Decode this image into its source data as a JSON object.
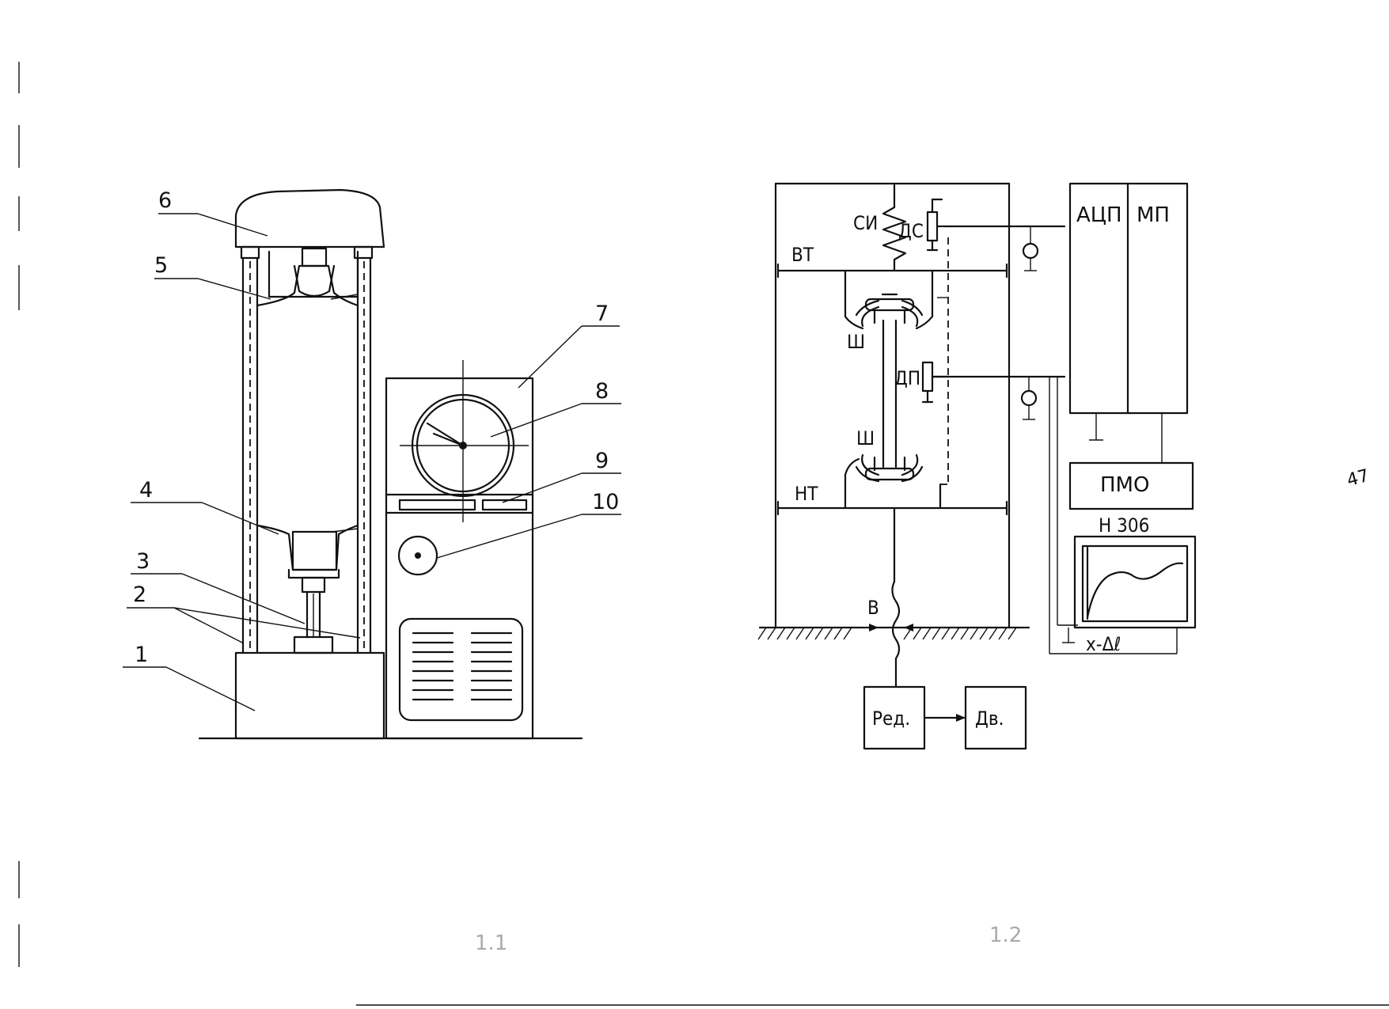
{
  "left_figure": {
    "callouts": [
      "1",
      "2",
      "3",
      "4",
      "5",
      "6",
      "7",
      "8",
      "9",
      "10"
    ],
    "caption": "1.1"
  },
  "right_figure": {
    "labels": {
      "spring": "СИ",
      "force_sensor": "ДС",
      "upper_crosshead": "ВТ",
      "lower_crosshead": "НТ",
      "hinge_top": "Ш",
      "hinge_bottom": "Ш",
      "displacement_sensor": "ДП",
      "shaft": "В",
      "adc": "АЦП",
      "mp": "МП",
      "pmo": "ПМО",
      "recorder": "Н 306",
      "recorder_axis": "x-Δℓ",
      "reducer": "Ред.",
      "motor": "Дв."
    },
    "caption": "1.2"
  },
  "margin_note": "47"
}
